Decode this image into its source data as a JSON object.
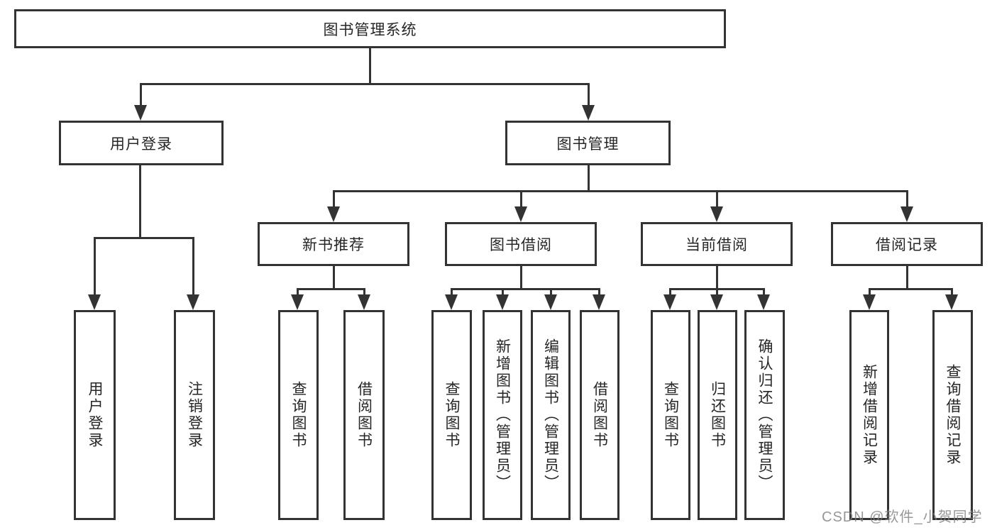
{
  "diagram": {
    "root": {
      "label": "图书管理系统"
    },
    "level2": {
      "user_login": {
        "label": "用户登录"
      },
      "book_management": {
        "label": "图书管理"
      }
    },
    "level3": {
      "new_book_recommend": {
        "label": "新书推荐"
      },
      "book_borrow": {
        "label": "图书借阅"
      },
      "current_borrow": {
        "label": "当前借阅"
      },
      "borrow_records": {
        "label": "借阅记录"
      }
    },
    "leaves": {
      "user_login": [
        "用户登录",
        "注销登录"
      ],
      "new_book_recommend": [
        "查询图书",
        "借阅图书"
      ],
      "book_borrow": [
        "查询图书",
        "新增图书（管理员）",
        "编辑图书（管理员）",
        "借阅图书"
      ],
      "current_borrow": [
        "查询图书",
        "归还图书",
        "确认归还（管理员）"
      ],
      "borrow_records": [
        "新增借阅记录",
        "查询借阅记录"
      ]
    }
  },
  "watermark": {
    "text": "CSDN @软件_小贺同学"
  },
  "colors": {
    "line": "#333333",
    "text": "#262626",
    "background": "#ffffff",
    "watermark": "#7d7d7d"
  }
}
